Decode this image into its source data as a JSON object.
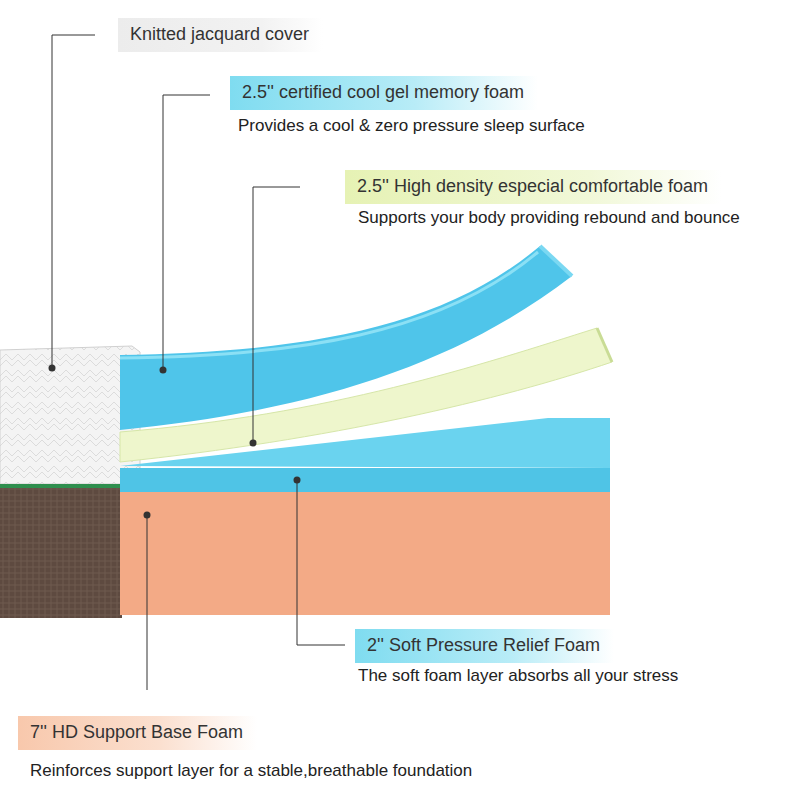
{
  "diagram": {
    "labels": [
      "Knitted jacquard cover",
      "2.5'' certified cool gel memory foam",
      "Provides a cool & zero pressure sleep surface",
      "2.5'' High density especial comfortable foam",
      "Supports your body providing rebound and bounce",
      "2'' Soft Pressure Relief Foam",
      "The soft foam layer absorbs all your stress",
      "7'' HD Support Base Foam",
      "Reinforces support layer for a stable,breathable foundation"
    ]
  }
}
